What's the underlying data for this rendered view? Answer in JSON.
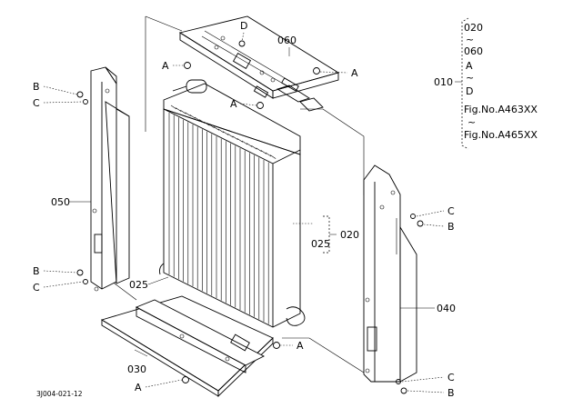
{
  "labels": {
    "A": "A",
    "B": "B",
    "C": "C",
    "D": "D",
    "p010": "010",
    "p020": "020",
    "p025": "025",
    "p030": "030",
    "p040": "040",
    "p050": "050",
    "p060": "060"
  },
  "range_note": {
    "from_part": "020",
    "tilde": "~",
    "to_part": "060",
    "from_letter": "A",
    "to_letter": "D",
    "fig_from": "Fig.No.A463XX",
    "fig_to": "Fig.No.A465XX"
  },
  "drawing_code": "3J004-021-12"
}
